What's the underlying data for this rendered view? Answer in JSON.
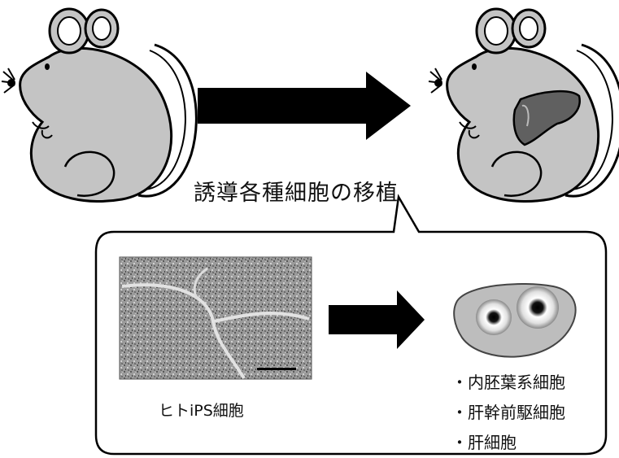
{
  "labels": {
    "transplant": "誘導各種細胞の移植",
    "ips_cells": "ヒトiPS細胞"
  },
  "cell_types": [
    "・内胚葉系細胞",
    "・肝幹前駆細胞",
    "・肝細胞"
  ],
  "colors": {
    "mouse_fill": "#c4c4c4",
    "outline": "#000000",
    "liver": "#606060",
    "arrow": "#000000"
  }
}
